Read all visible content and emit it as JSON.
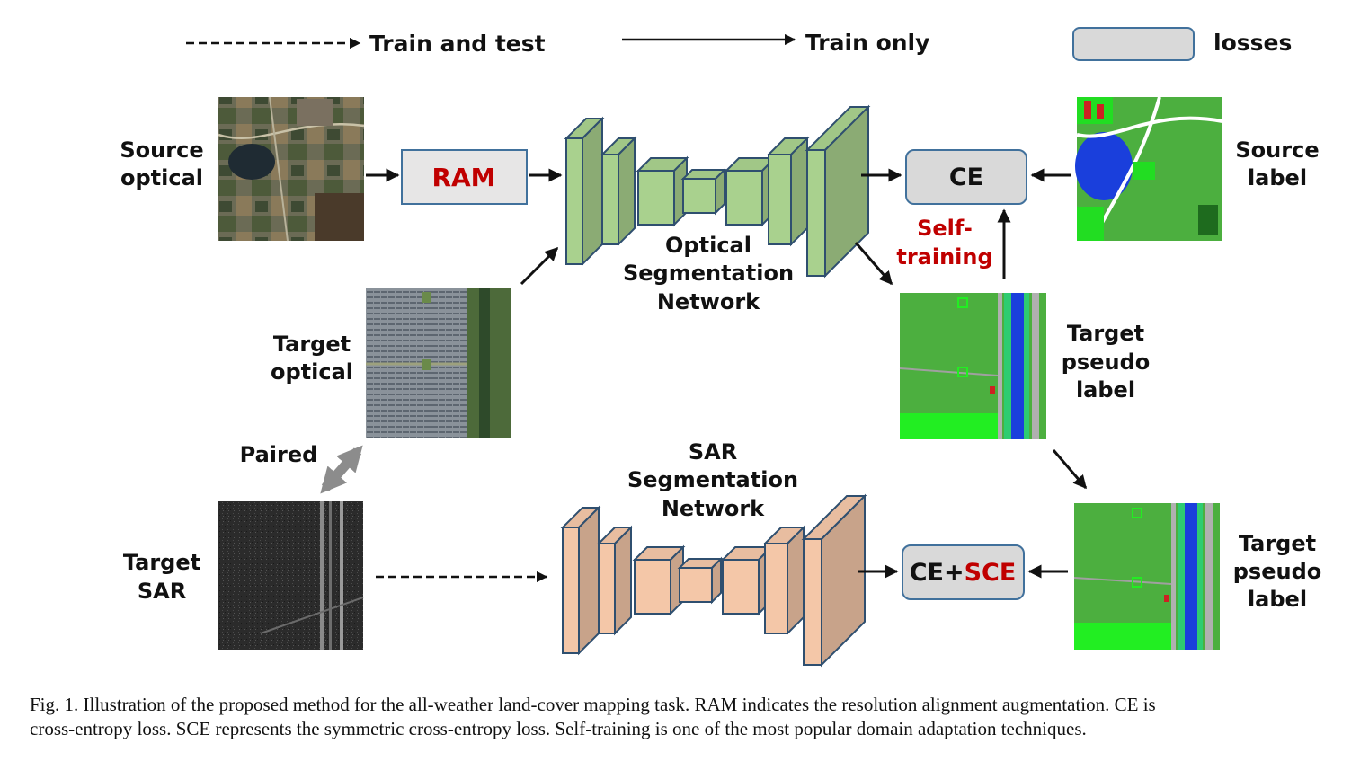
{
  "legend": {
    "dashed_label": "Train and test",
    "solid_label": "Train only",
    "box_label": "losses"
  },
  "inputs": {
    "source_optical": [
      "Source",
      "optical"
    ],
    "target_optical": [
      "Target",
      "optical"
    ],
    "target_sar": [
      "Target",
      "SAR"
    ],
    "paired": "Paired"
  },
  "ram_label": "RAM",
  "optical_network": [
    "Optical",
    "Segmentation",
    "Network"
  ],
  "sar_network": [
    "SAR",
    "Segmentation",
    "Network"
  ],
  "losses": {
    "ce": "CE",
    "ce_sce_prefix": "CE+",
    "ce_sce_suffix": "SCE"
  },
  "self_training": [
    "Self-",
    "training"
  ],
  "outputs": {
    "source_label": [
      "Source",
      "label"
    ],
    "target_pseudo_label_1": [
      "Target",
      "pseudo",
      "label"
    ],
    "target_pseudo_label_2": [
      "Target",
      "pseudo",
      "label"
    ]
  },
  "caption": {
    "line1": "Fig. 1.  Illustration of the proposed method for the all-weather land-cover mapping task. RAM indicates the resolution alignment augmentation. CE is",
    "line2": "cross-entropy loss. SCE represents the symmetric cross-entropy loss. Self-training is one of the most popular domain adaptation techniques."
  },
  "colors": {
    "optical_net_fill": "#a9d18e",
    "optical_net_stroke": "#2f4f6f",
    "sar_net_fill": "#f4c7a8",
    "sar_net_stroke": "#2f4f6f",
    "loss_box_fill": "#d9d9d9",
    "loss_box_stroke": "#41719c",
    "highlight_red": "#c00000"
  }
}
